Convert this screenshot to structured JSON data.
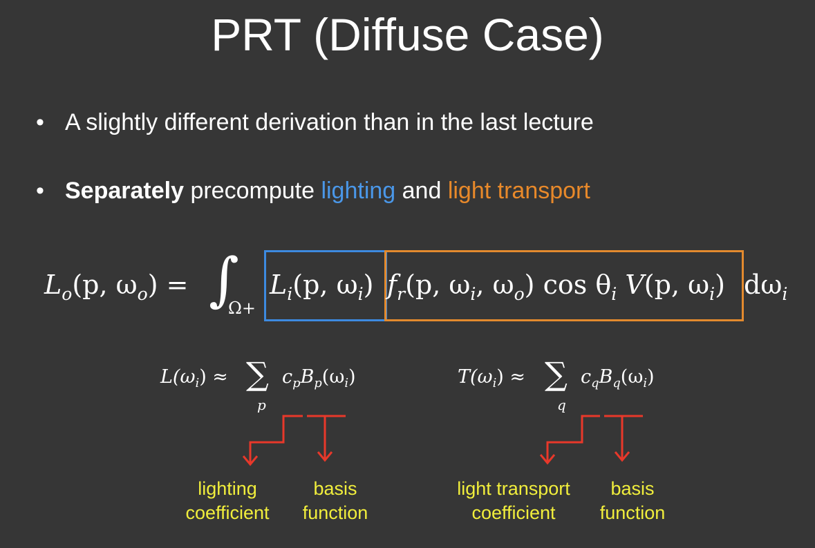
{
  "title": "PRT (Diffuse Case)",
  "bullets": {
    "b1": "A slightly different derivation than in the last lecture",
    "b2_bold": "Separately",
    "b2_t1": " precompute ",
    "b2_lighting": "lighting",
    "b2_and": " and ",
    "b2_transport": "light transport"
  },
  "colors": {
    "background": "#363636",
    "lighting_blue": "#4a97e8",
    "transport_orange": "#e8892a",
    "annotation_yellow": "#f1ee3c",
    "arrow_red": "#e8382a"
  },
  "equation_main": {
    "lhs_L": "L",
    "lhs_sub": "o",
    "lhs_args": "(p, ω",
    "lhs_args_sub": "o",
    "lhs_close": ") =",
    "integral": "∫",
    "integral_sub": "Ω+",
    "Li": "L",
    "Li_sub": "i",
    "Li_args": "(p, ω",
    "Li_args_sub": "i",
    "Li_close": ")",
    "fr": "f",
    "fr_sub": "r",
    "fr_args": "(p, ω",
    "fr_w1_sub": "i",
    "fr_mid": ", ω",
    "fr_w2_sub": "o",
    "fr_close": ")",
    "cos": "cos θ",
    "cos_sub": "i",
    "V": "V",
    "V_args": "(p, ω",
    "V_args_sub": "i",
    "V_close": ")",
    "d": "dω",
    "d_sub": "i"
  },
  "equation_L": {
    "lhs": "L(ω",
    "lhs_sub": "i",
    "lhs_close": ") ≈",
    "sigma": "∑",
    "sigma_sub": "p",
    "c": "c",
    "c_sub": "p",
    "B": "B",
    "B_sub": "p",
    "B_args": "(ω",
    "B_args_sub": "i",
    "B_close": ")"
  },
  "equation_T": {
    "lhs": "T(ω",
    "lhs_sub": "i",
    "lhs_close": ") ≈",
    "sigma": "∑",
    "sigma_sub": "q",
    "c": "c",
    "c_sub": "q",
    "B": "B",
    "B_sub": "q",
    "B_args": "(ω",
    "B_args_sub": "i",
    "B_close": ")"
  },
  "annotations": {
    "lighting_coeff_1": "lighting",
    "lighting_coeff_2": "coefficient",
    "basis_1": "basis",
    "basis_2": "function",
    "transport_coeff_1": "light transport",
    "transport_coeff_2": "coefficient",
    "basis_b_1": "basis",
    "basis_b_2": "function"
  }
}
